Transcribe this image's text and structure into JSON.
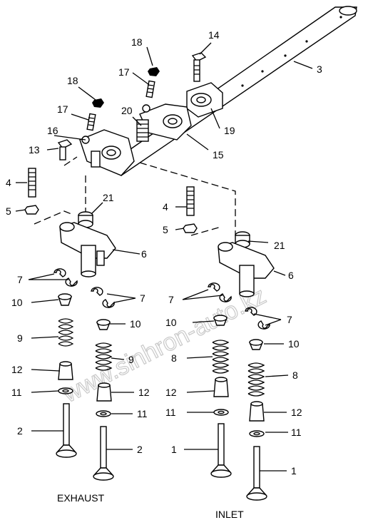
{
  "watermark": "www.sinhron-auto.kz",
  "captions": {
    "exhaust": "EXHAUST",
    "inlet": "INLET"
  },
  "callouts": {
    "c1": "1",
    "c2": "1",
    "c3": "2",
    "c4": "2",
    "c5": "3",
    "c6": "4",
    "c7": "4",
    "c8": "5",
    "c9": "5",
    "c10": "6",
    "c11": "6",
    "c12": "7",
    "c13": "7",
    "c14": "7",
    "c15": "7",
    "c16": "8",
    "c17": "8",
    "c18": "9",
    "c19": "9",
    "c20": "10",
    "c21": "10",
    "c22": "10",
    "c23": "10",
    "c24": "11",
    "c25": "11",
    "c26": "11",
    "c27": "11",
    "c28": "12",
    "c29": "12",
    "c30": "12",
    "c31": "12",
    "c32": "13",
    "c33": "14",
    "c34": "15",
    "c35": "16",
    "c36": "17",
    "c37": "17",
    "c38": "18",
    "c39": "18",
    "c40": "19",
    "c41": "20",
    "c42": "21",
    "c43": "21"
  }
}
